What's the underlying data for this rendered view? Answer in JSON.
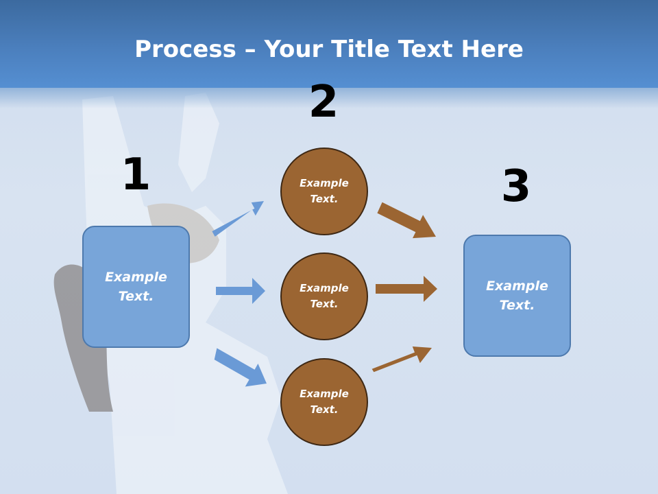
{
  "title": {
    "bold": "Process",
    "rest": " – Your Title Text Here"
  },
  "steps": [
    {
      "number": "1",
      "box_label": "Example\nText."
    },
    {
      "number": "2"
    },
    {
      "number": "3",
      "box_label": "Example\nText."
    }
  ],
  "circles": [
    {
      "label": "Example\nText."
    },
    {
      "label": "Example\nText."
    },
    {
      "label": "Example\nText."
    }
  ],
  "colors": {
    "header": "#4b7fbd",
    "box_fill": "#78a5d9",
    "circle_fill": "#9b6532",
    "blue_arrow": "#6a9ad6",
    "brown_arrow": "#9b6532"
  }
}
